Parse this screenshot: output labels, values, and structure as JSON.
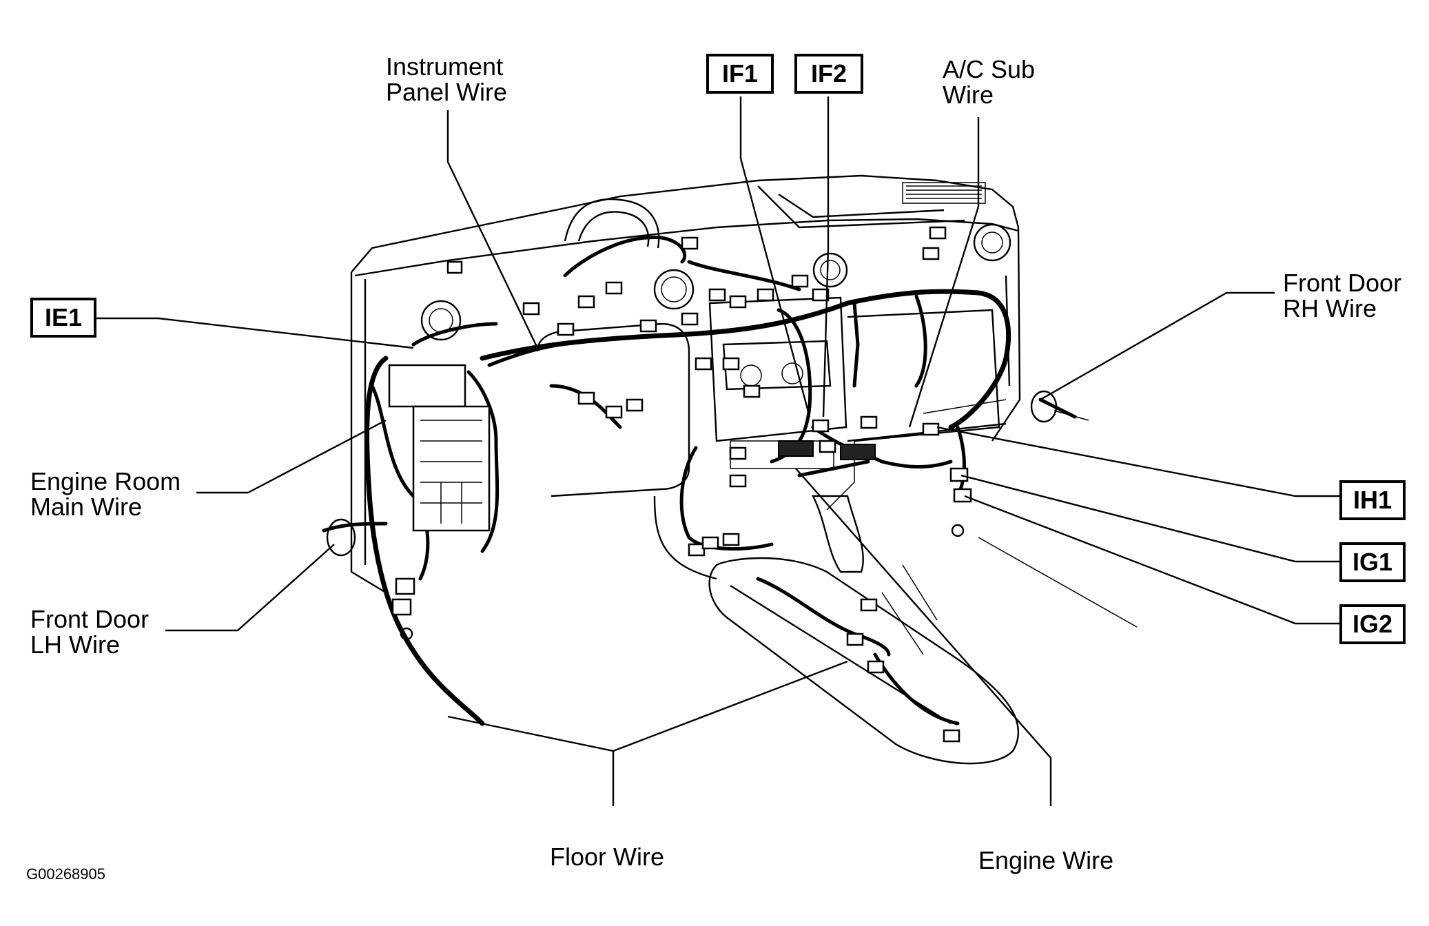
{
  "diagram": {
    "labels": {
      "instrument_panel_wire": [
        "Instrument",
        "Panel Wire"
      ],
      "ac_sub_wire": [
        "A/C Sub",
        "Wire"
      ],
      "front_door_rh_wire": [
        "Front Door",
        "RH Wire"
      ],
      "engine_room_main_wire": [
        "Engine Room",
        "Main Wire"
      ],
      "front_door_lh_wire": [
        "Front Door",
        "LH Wire"
      ],
      "floor_wire": "Floor Wire",
      "engine_wire": "Engine Wire"
    },
    "connectors": {
      "ie1": "IE1",
      "if1": "IF1",
      "if2": "IF2",
      "ih1": "IH1",
      "ig1": "IG1",
      "ig2": "IG2"
    },
    "figure_code": "G00268905"
  }
}
